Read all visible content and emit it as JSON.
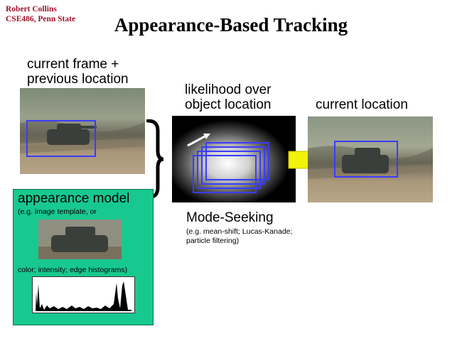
{
  "header": {
    "author_name": "Robert Collins",
    "author_course": "CSE486, Penn State",
    "title": "Appearance-Based Tracking"
  },
  "panels": {
    "current_frame_label_1": "current frame +",
    "current_frame_label_2": "previous location",
    "likelihood_label_1": "likelihood over",
    "likelihood_label_2": "object location",
    "current_location_label": "current location",
    "appearance_model_label": "appearance model",
    "appearance_model_note": "(e.g. image template, or",
    "histogram_note": "color; intensity; edge histograms)",
    "mode_seeking_label": "Mode-Seeking",
    "mode_seeking_note_1": "(e.g. mean-shift; Lucas-Kanade;",
    "mode_seeking_note_2": "particle filtering)"
  },
  "colors": {
    "author": "#a0122a",
    "box": "#3b3bff",
    "green_panel": "#17c98f",
    "arrow": "#f2f20a"
  }
}
